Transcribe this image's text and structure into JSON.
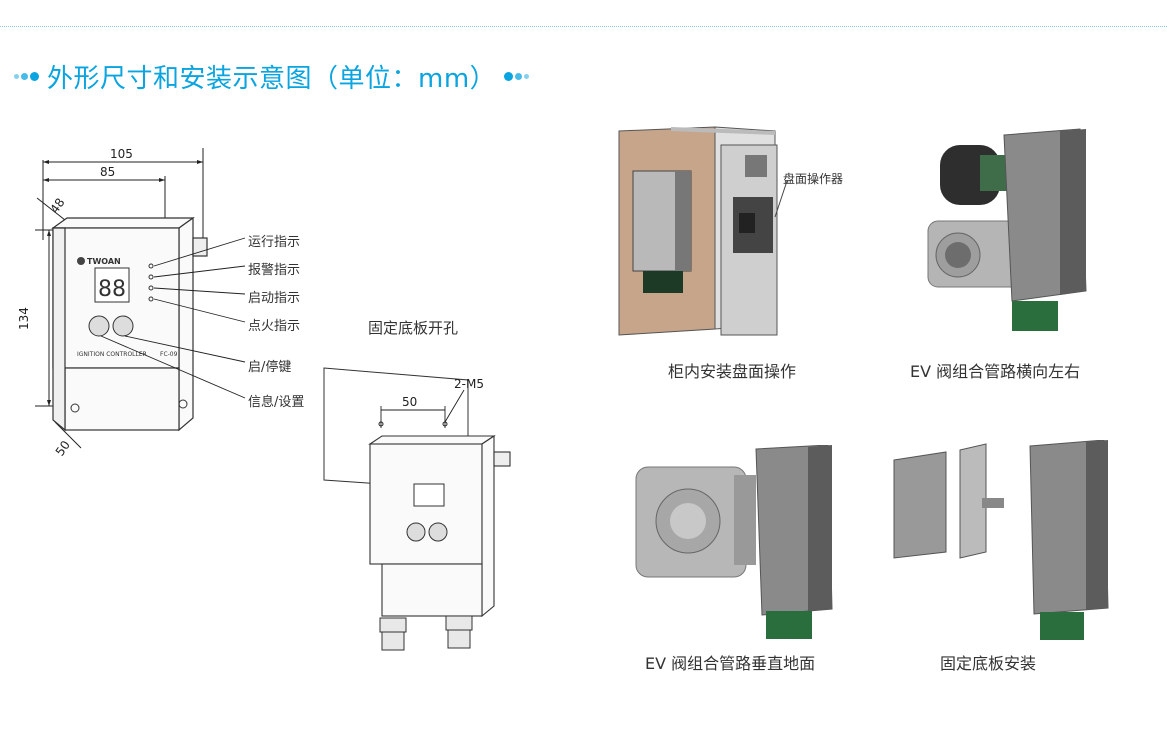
{
  "heading": {
    "title": "外形尺寸和安装示意图（单位：mm）"
  },
  "left_drawing": {
    "brand": "TWOAN",
    "display": "88",
    "model": "FC-09",
    "controller_text": "IGNITION CONTROLLER",
    "dimensions": {
      "width_total": "105",
      "width_body": "85",
      "depth_top": "48",
      "height": "134",
      "depth_bottom": "50"
    },
    "callouts": [
      "运行指示",
      "报警指示",
      "启动指示",
      "点火指示",
      "启/停键",
      "信息/设置"
    ]
  },
  "mount_drawing": {
    "caption": "固定底板开孔",
    "hole_spacing": "50",
    "hole_spec": "2-M5"
  },
  "photos": {
    "cabinet_label": "盘面操作器",
    "captions": [
      "柜内安装盘面操作",
      "EV 阀组合管路横向左右",
      "EV 阀组合管路垂直地面",
      "固定底板安装"
    ]
  },
  "colors": {
    "accent": "#0aa4e0",
    "device_body": "#8a8a8a",
    "device_dark": "#3a3a3a",
    "cable_gland": "#2a6e3e",
    "valve_metal": "#b5b5b5"
  }
}
